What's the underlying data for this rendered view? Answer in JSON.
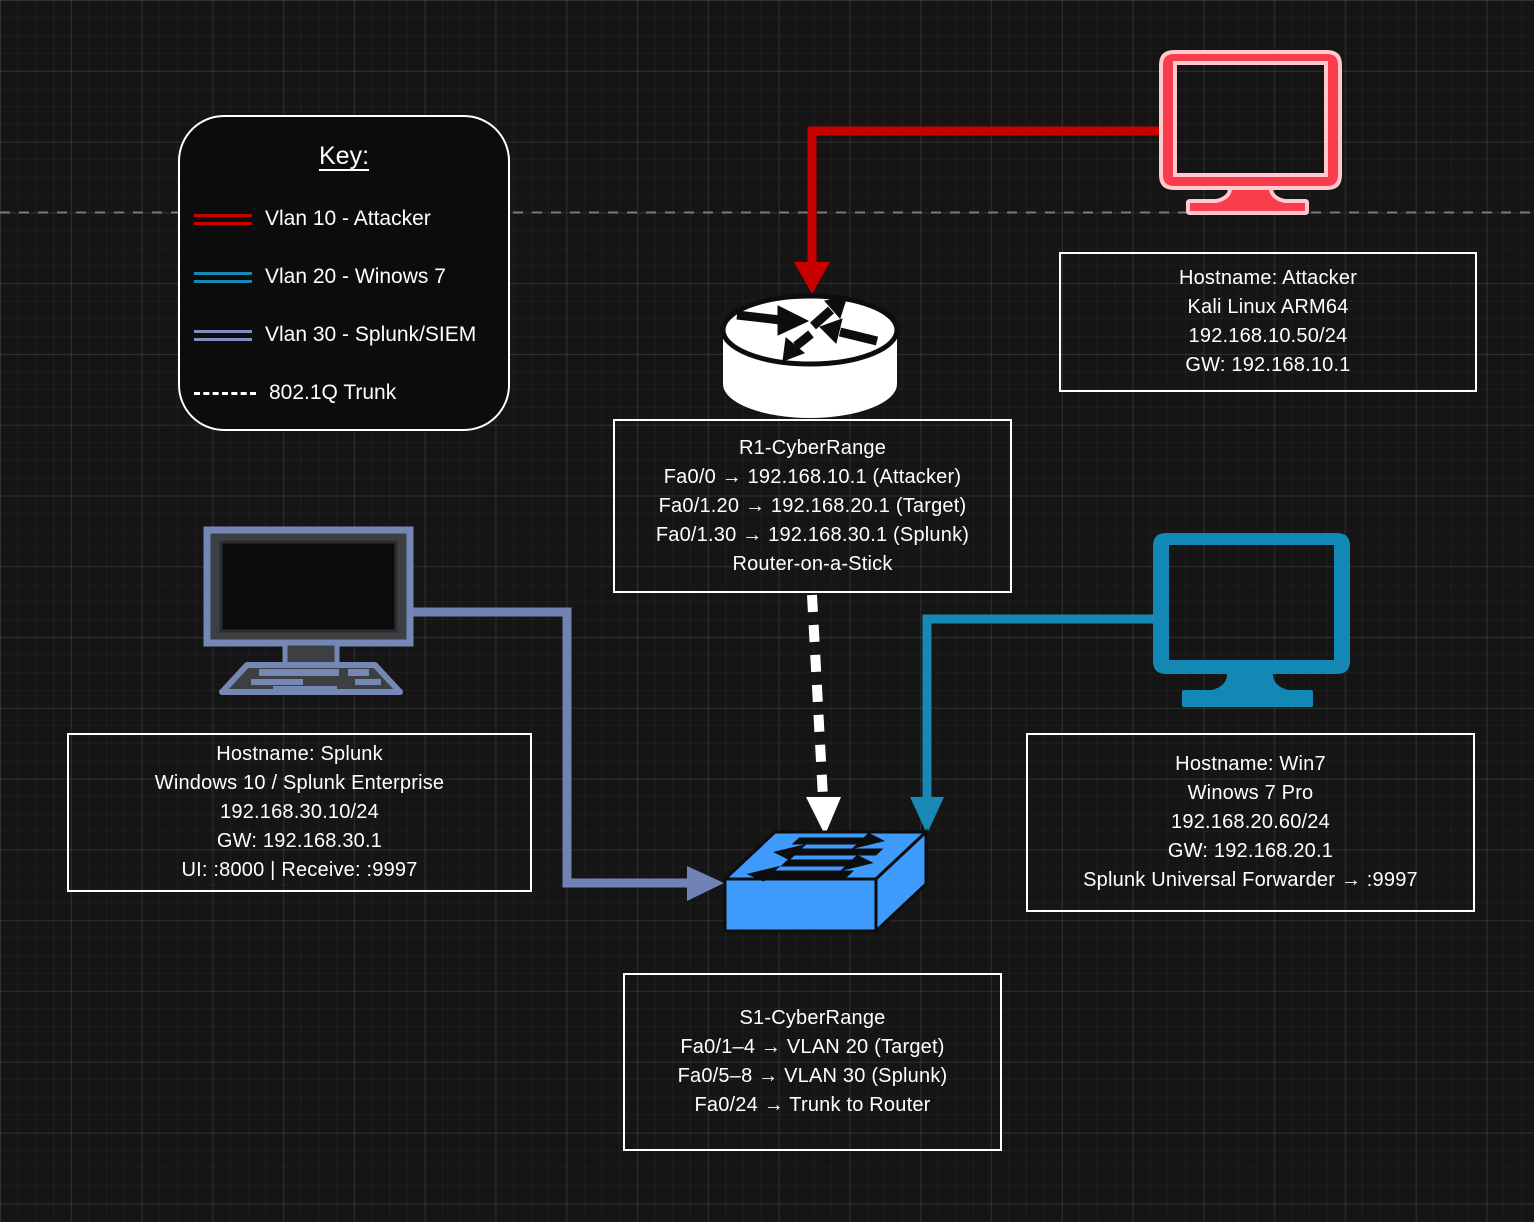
{
  "diagram": {
    "key": {
      "title": "Key:",
      "items": [
        {
          "label": "Vlan 10 - Attacker",
          "color": "#c80000",
          "line_style": "double"
        },
        {
          "label": "Vlan 20 - Winows 7",
          "color": "#1789b4",
          "line_style": "double"
        },
        {
          "label": "Vlan 30 - Splunk/SIEM",
          "color": "#7e8fc1",
          "line_style": "double"
        },
        {
          "label": "802.1Q Trunk",
          "color": "#ffffff",
          "line_style": "dashed"
        }
      ]
    },
    "nodes": {
      "attacker": {
        "lines": [
          "Hostname: Attacker",
          "Kali Linux ARM64",
          "192.168.10.50/24",
          "GW: 192.168.10.1"
        ]
      },
      "router": {
        "lines": [
          "R1-CyberRange",
          "Fa0/0 → 192.168.10.1 (Attacker)",
          "Fa0/1.20 → 192.168.20.1 (Target)",
          "Fa0/1.30 → 192.168.30.1 (Splunk)",
          "Router-on-a-Stick"
        ]
      },
      "splunk": {
        "lines": [
          "Hostname: Splunk",
          "Windows 10 / Splunk Enterprise",
          "192.168.30.10/24",
          "GW: 192.168.30.1",
          "UI: :8000 | Receive: :9997"
        ]
      },
      "win7": {
        "lines": [
          "Hostname: Win7",
          "Winows 7 Pro",
          "192.168.20.60/24",
          "GW: 192.168.20.1",
          "Splunk Universal Forwarder → :9997"
        ]
      },
      "switch": {
        "lines": [
          "S1-CyberRange",
          "Fa0/1–4 → VLAN 20 (Target)",
          "Fa0/5–8 → VLAN 30 (Splunk)",
          "Fa0/24 → Trunk to Router"
        ]
      }
    },
    "colors": {
      "background": "#151515",
      "vlan10_line": "#c80000",
      "vlan20_line": "#1789b4",
      "vlan30_line": "#7183b4",
      "trunk_line": "#ffffff",
      "attacker_icon_fill": "#fa3d4c",
      "attacker_icon_stroke": "#ffc9cd",
      "win7_icon_fill": "#1488b4",
      "splunk_icon_accent": "#7487b5",
      "router_icon_fill": "#ffffff",
      "switch_icon_fill": "#3e9afb",
      "box_border": "#ffffff",
      "page_divider": "#7a7a7a"
    }
  }
}
